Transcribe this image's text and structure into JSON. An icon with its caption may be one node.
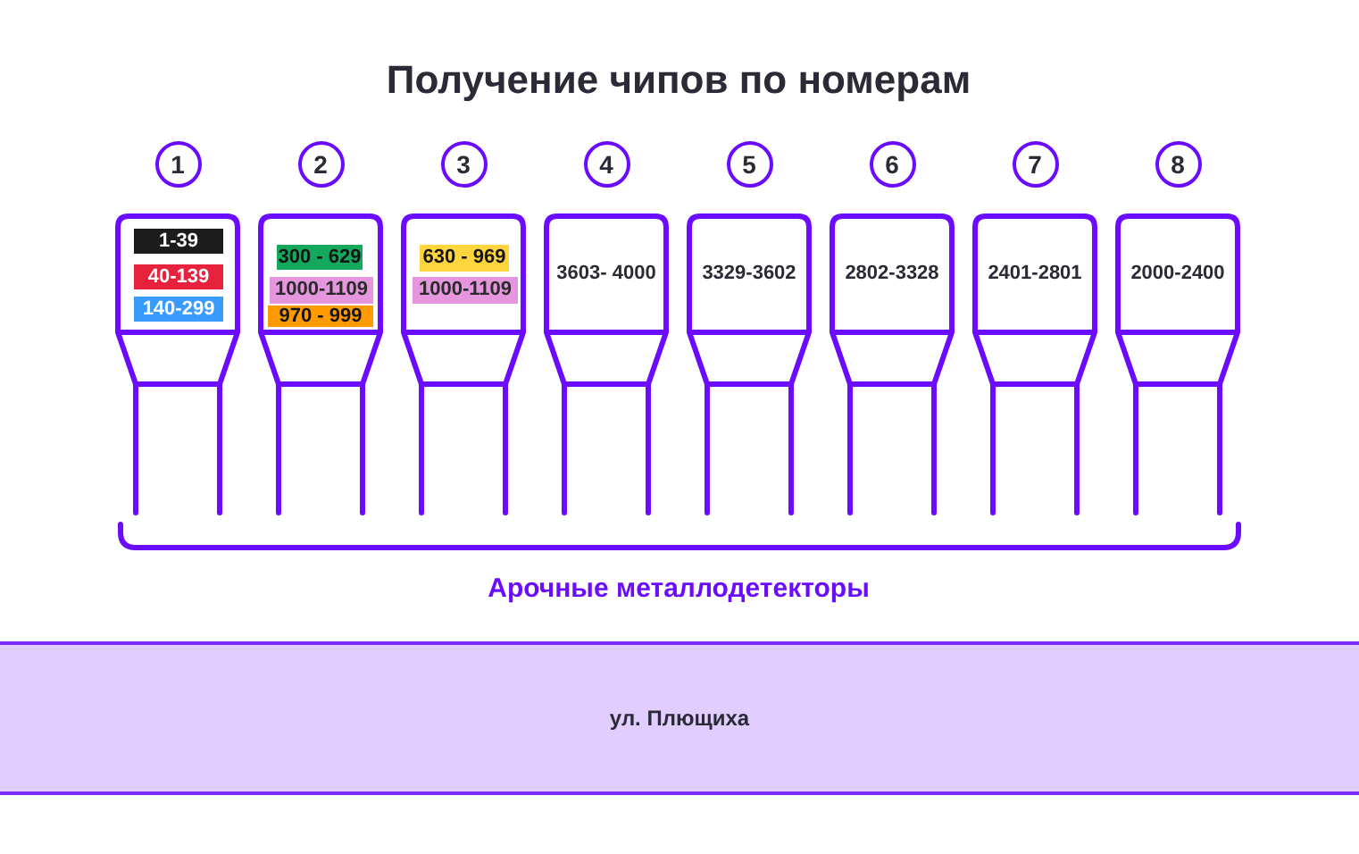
{
  "diagram": {
    "title": "Получение чипов по номерам",
    "nodes": [
      {
        "text": [
          "1"
        ]
      },
      {
        "text": [
          "2"
        ]
      },
      {
        "text": [
          "3"
        ]
      },
      {
        "text": [
          "4"
        ]
      },
      {
        "text": [
          "5"
        ]
      },
      {
        "text": [
          "6"
        ]
      },
      {
        "text": [
          "7"
        ]
      },
      {
        "text": [
          "8"
        ]
      },
      {
        "text": [],
        "shape": "box"
      },
      {
        "text": [
          "1-39"
        ],
        "in": 8
      },
      {
        "text": [
          "40-139"
        ],
        "in": 8
      },
      {
        "text": [
          "140-299"
        ],
        "in": 8
      },
      {
        "text": [],
        "shape": "box"
      },
      {
        "text": [
          "300 - 629"
        ],
        "in": 12
      },
      {
        "text": [
          "1000-1109"
        ],
        "in": 12
      },
      {
        "text": [
          "970 - 999"
        ],
        "in": 12
      },
      {
        "text": [],
        "shape": "box"
      },
      {
        "text": [
          "630 - 969"
        ],
        "in": 16
      },
      {
        "text": [
          "1000-1109"
        ],
        "in": 16
      },
      {
        "text": [
          "3603- 4000"
        ]
      },
      {
        "text": [
          "3329-3602"
        ]
      },
      {
        "text": [
          "2802-3328"
        ]
      },
      {
        "text": [
          "2401-2801"
        ]
      },
      {
        "text": [
          "2000-2400"
        ]
      },
      {
        "text": [
          "ул. Плющиха"
        ]
      }
    ],
    "labels": [
      "Арочные металлодетекторы"
    ]
  }
}
